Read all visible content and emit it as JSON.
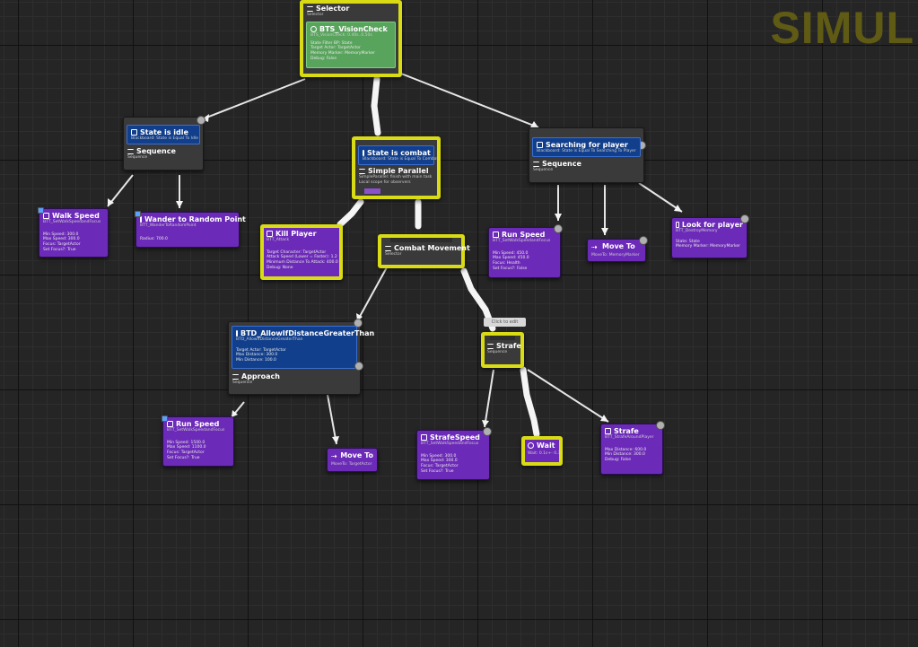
{
  "watermark": "SIMUL",
  "tooltip": "Click to edit",
  "nodes": {
    "selector": {
      "title": "Selector",
      "subtitle": "Selector",
      "service": {
        "title": "BTS_VisionCheck",
        "subtitle": "BTS_VisionCheck: 0.40s..0.50s",
        "props": [
          "State Filter BP: State",
          "Target Actor: TargetActor",
          "Memory Marker: MemoryMarker",
          "Debug: False"
        ]
      }
    },
    "state_idle": {
      "deco_title": "State is idle",
      "deco_sub": "Blackboard: State is Equal To Idle",
      "title": "Sequence",
      "subtitle": "Sequence"
    },
    "state_combat": {
      "deco_title": "State is combat",
      "deco_sub": "Blackboard: State is Equal To Combat",
      "title": "Simple Parallel",
      "sub1": "SimpleParallel: finish with main task",
      "sub2": "Local scope for observers"
    },
    "searching": {
      "deco_title": "Searching for player",
      "deco_sub": "Blackboard: State is Equal To Searching To Player",
      "title": "Sequence",
      "subtitle": "Sequence"
    },
    "walk_speed": {
      "title": "Walk Speed",
      "subtitle": "BTT_SetWalkSpeedandFocus",
      "props": [
        "Min Speed: 300.0",
        "Max Speed: 300.0",
        "Focus: TargetActor",
        "Set Focus?: True"
      ]
    },
    "wander": {
      "title": "Wander to Random Point",
      "subtitle": "BTT_WanderToRandomPoint",
      "props": [
        "Radius: 700.0"
      ]
    },
    "kill_player": {
      "title": "Kill Player",
      "subtitle": "BTT_Attack",
      "props": [
        "Target Character: TargetActor",
        "Attack Speed (Lower = Faster): 1.2",
        "Minimum Distance To Attack: 400.0",
        "Debug: None"
      ]
    },
    "combat_movement": {
      "title": "Combat Movement",
      "subtitle": "Selector"
    },
    "run_speed_top": {
      "title": "Run Speed",
      "subtitle": "BTT_SetWalkSpeedandFocus",
      "props": [
        "Min Speed: 450.0",
        "Max Speed: 450.0",
        "Focus: Health",
        "Set Focus?: False"
      ]
    },
    "move_to_top": {
      "title": "Move To",
      "subtitle": "MoveTo: MemoryMarker"
    },
    "look_for_player": {
      "title": "Look for player",
      "subtitle": "BTT_DestroyMemory",
      "props": [
        "State: State",
        "Memory Marker: MemoryMarker"
      ]
    },
    "approach": {
      "deco_title": "BTD_AllowIfDistanceGreaterThan",
      "deco_sub": "BTD_AllowIfDistanceGreaterThan",
      "deco_props": [
        "Target Actor: TargetActor",
        "Max Distance: 300.0",
        "Min Distance: 100.0"
      ],
      "title": "Approach",
      "subtitle": "Sequence"
    },
    "strafe_seq": {
      "title": "Strafe",
      "subtitle": "Sequence"
    },
    "run_speed_bottom": {
      "title": "Run Speed",
      "subtitle": "BTT_SetWalkSpeedandFocus",
      "props": [
        "Min Speed: 1500.0",
        "Max Speed: 1100.0",
        "Focus: TargetActor",
        "Set Focus?: True"
      ]
    },
    "move_to_bottom": {
      "title": "Move To",
      "subtitle": "MoveTo: TargetActor"
    },
    "strafe_speed": {
      "title": "StrafeSpeed",
      "subtitle": "BTT_SetWalkSpeedandFocus",
      "props": [
        "Min Speed: 300.0",
        "Max Speed: 300.0",
        "Focus: TargetActor",
        "Set Focus?: True"
      ]
    },
    "wait": {
      "title": "Wait",
      "subtitle": "Wait: 0.1s+- 0.3s"
    },
    "strafe_task": {
      "title": "Strafe",
      "subtitle": "BTT_StrafeAroundPlayer",
      "props": [
        "Max Distance: 600.0",
        "Min Distance: 300.0",
        "Debug: False"
      ]
    }
  },
  "colors": {
    "selected": "#d9dc15",
    "task": "#6c2ab8",
    "decorator": "#123f8c",
    "service": "#59a45d",
    "composite": "#3a3a3a"
  }
}
